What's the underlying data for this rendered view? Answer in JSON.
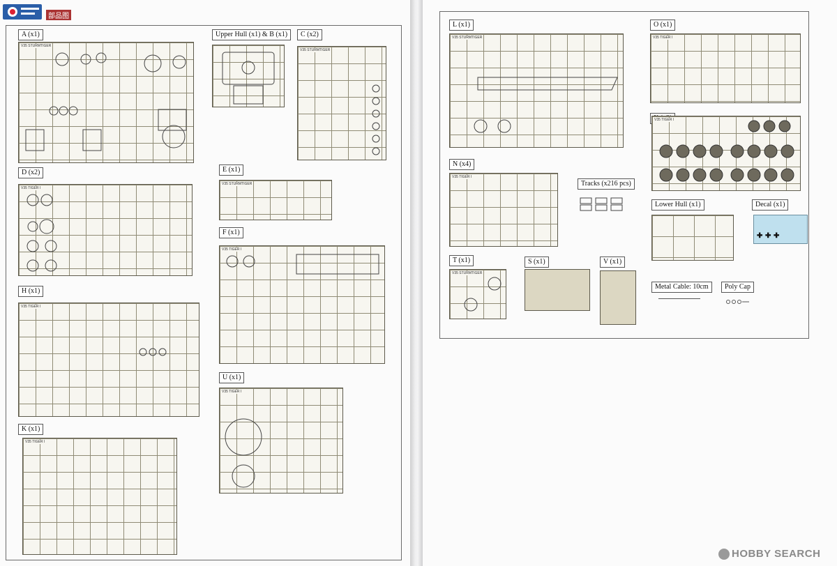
{
  "watermark": {
    "text": "部品图"
  },
  "footer": {
    "brand": "HOBBY SEARCH"
  },
  "left_page": {
    "sprues": [
      {
        "id": "A",
        "label": "A (x1)",
        "tag": "V35 STURMTIGER"
      },
      {
        "id": "UB",
        "label": "Upper Hull (x1) & B (x1)"
      },
      {
        "id": "C",
        "label": "C (x2)",
        "tag": "V35 STURMTIGER"
      },
      {
        "id": "D",
        "label": "D (x2)",
        "tag": "V35 TIGER I"
      },
      {
        "id": "E",
        "label": "E (x1)",
        "tag": "V35 STURMTIGER"
      },
      {
        "id": "F",
        "label": "F (x1)",
        "tag": "V35 TIGER I"
      },
      {
        "id": "H",
        "label": "H (x1)",
        "tag": "V35 TIGER I"
      },
      {
        "id": "U",
        "label": "U (x1)",
        "tag": "V35 TIGER I"
      },
      {
        "id": "K",
        "label": "K (x1)",
        "tag": "V35 TIGER I"
      }
    ]
  },
  "right_page": {
    "sprues": [
      {
        "id": "L",
        "label": "L (x1)",
        "tag": "V35 STURMTIGER"
      },
      {
        "id": "O",
        "label": "O (x1)",
        "tag": "V35 TIGER I"
      },
      {
        "id": "X",
        "label": "X (x2)",
        "tag": "V35 TIGER I"
      },
      {
        "id": "N",
        "label": "N (x4)",
        "tag": "V35 TIGER I"
      },
      {
        "id": "Tracks",
        "label": "Tracks (x216 pcs)"
      },
      {
        "id": "LowerHull",
        "label": "Lower Hull (x1)"
      },
      {
        "id": "Decal",
        "label": "Decal (x1)"
      },
      {
        "id": "T",
        "label": "T (x1)",
        "tag": "V35 STURMTIGER"
      },
      {
        "id": "S",
        "label": "S (x1)"
      },
      {
        "id": "V",
        "label": "V (x1)"
      },
      {
        "id": "MetalCable",
        "label": "Metal Cable: 10cm"
      },
      {
        "id": "PolyCap",
        "label": "Poly Cap"
      }
    ]
  }
}
